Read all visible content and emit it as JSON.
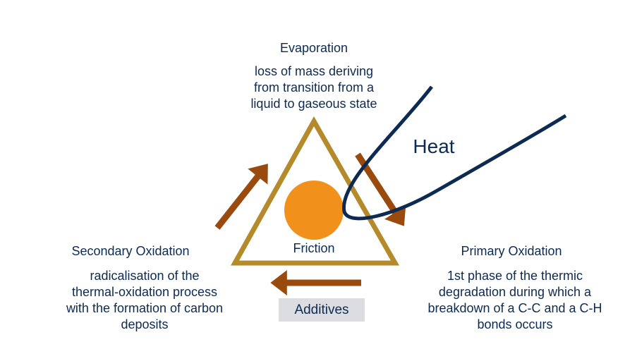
{
  "evaporation": {
    "title": "Evaporation",
    "desc": [
      "loss of mass deriving",
      "from transition from a",
      "liquid to gaseous state"
    ]
  },
  "secondary_oxidation": {
    "title": "Secondary Oxidation",
    "desc": [
      "radicalisation of the",
      "thermal-oxidation process",
      "with the formation of carbon",
      "deposits"
    ]
  },
  "primary_oxidation": {
    "title": "Primary Oxidation",
    "desc": [
      "1st phase of the thermic",
      "degradation during which a",
      "breakdown of a C-C and a C-H",
      "bonds occurs"
    ]
  },
  "heat_label": "Heat",
  "friction_label": "Friction",
  "additives_label": "Additives",
  "colors": {
    "text": "#0d2a52",
    "triangle": "#b58a2a",
    "circle": "#f2901c",
    "arrow": "#9a4a0c",
    "heat_curve": "#0d2a52",
    "additives_bg": "#dcdde0"
  }
}
